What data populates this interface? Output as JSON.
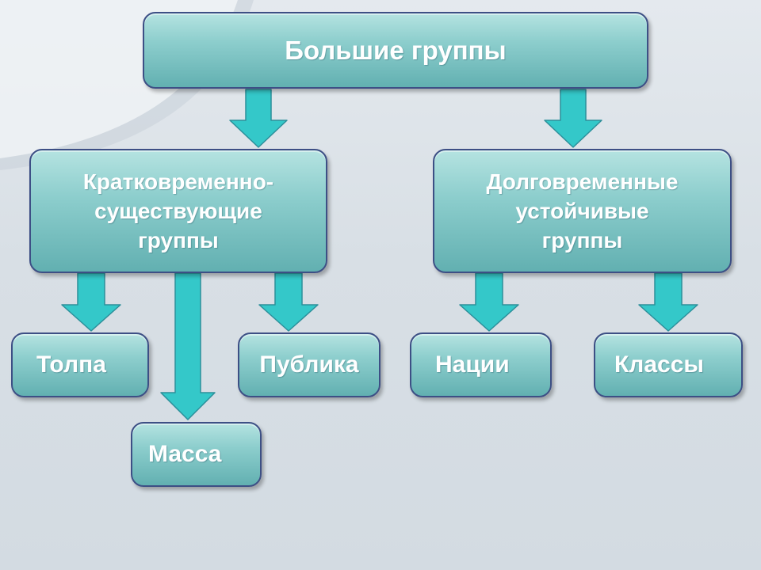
{
  "diagram": {
    "root": "Большие группы",
    "branches": [
      {
        "label": "Кратковременно-\nсуществующие\nгруппы",
        "children": [
          "Толпа",
          "Масса",
          "Публика"
        ]
      },
      {
        "label": "Долговременные\nустойчивые\nгруппы",
        "children": [
          "Нации",
          "Классы"
        ]
      }
    ]
  },
  "colors": {
    "box_fill_top": "#b5e3e1",
    "box_fill_bottom": "#62b0b1",
    "box_border": "#3d4f85",
    "arrow_fill": "#34c8c9",
    "text": "#ffffff"
  }
}
